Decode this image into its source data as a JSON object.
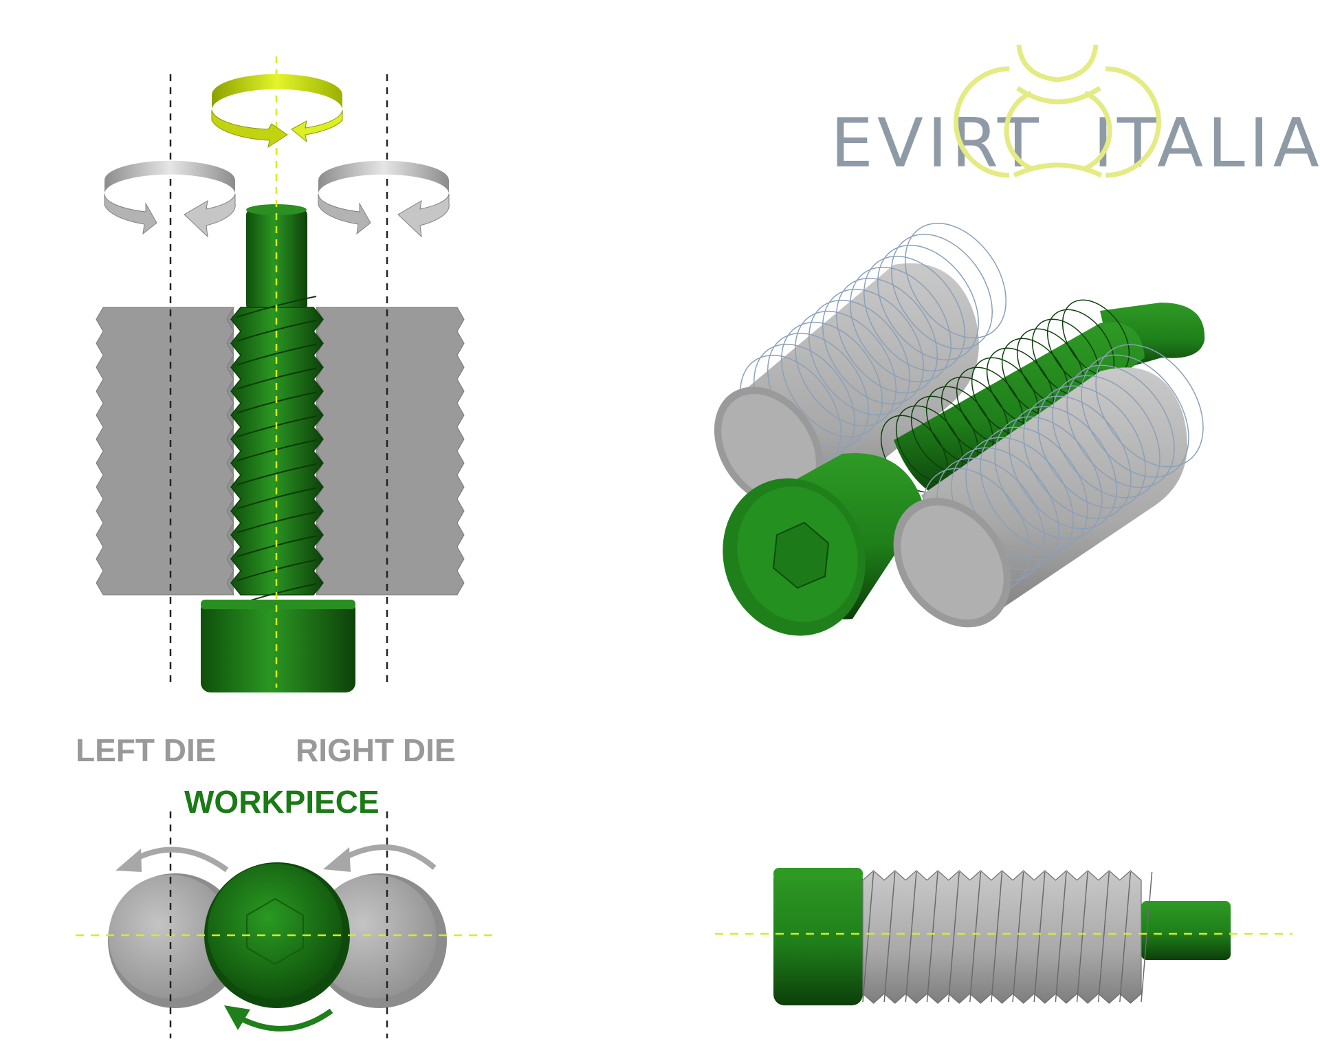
{
  "labels": {
    "left_die": "LEFT DIE",
    "right_die": "RIGHT DIE",
    "workpiece": "WORKPIECE"
  },
  "logo": {
    "left_text": "EVIRT",
    "right_text": "ITALIA"
  },
  "colors": {
    "green": "#1f7f1a",
    "green_dark": "#0f4f0c",
    "steel": "#b3b3b3",
    "steel_dark": "#7d7d7d",
    "yellow": "#d2e600",
    "yellow_dash": "#e2f03a",
    "logo_gray": "#8e9aa6",
    "logo_yellow": "#e3eb82",
    "label_gray": "#999999",
    "label_green": "#1a7a16"
  },
  "icons": [
    "rotation-arrow-icon",
    "hex-socket-icon"
  ]
}
